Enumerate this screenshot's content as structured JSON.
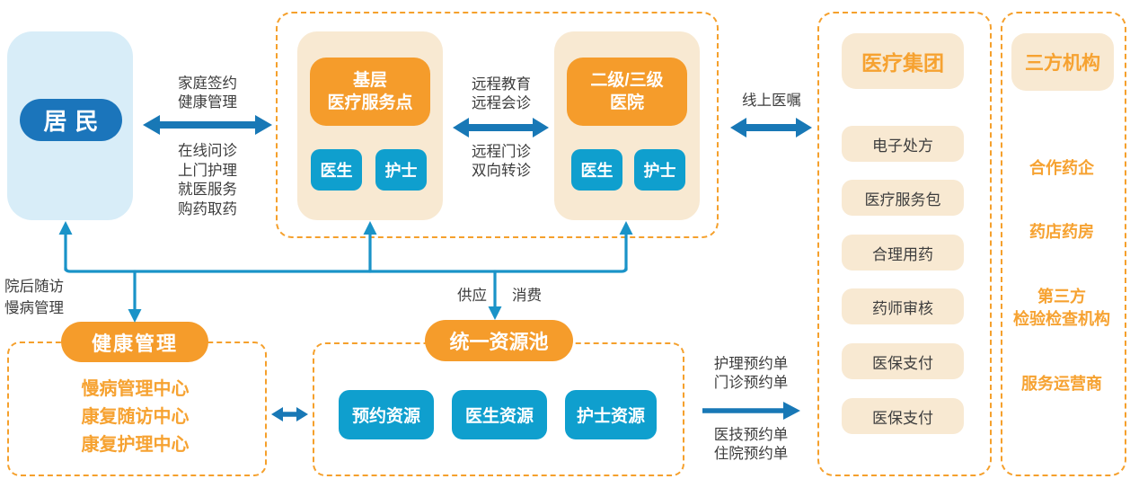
{
  "resident": {
    "label": "居民"
  },
  "primary_site": {
    "title": [
      "基层",
      "医疗服务点"
    ],
    "staff": [
      "医生",
      "护士"
    ]
  },
  "hospital": {
    "title": [
      "二级/三级",
      "医院"
    ],
    "staff": [
      "医生",
      "护士"
    ]
  },
  "med_group": {
    "title": "医疗集团",
    "items": [
      "电子处方",
      "医疗服务包",
      "合理用药",
      "药师审核",
      "医保支付",
      "医保支付"
    ]
  },
  "third_party": {
    "title": "三方机构",
    "items": [
      "合作药企",
      "药店药房",
      "第三方",
      "检验检查机构",
      "服务运营商"
    ]
  },
  "health_mgmt": {
    "title": "健康管理",
    "items": [
      "慢病管理中心",
      "康复随访中心",
      "康复护理中心"
    ]
  },
  "resource_pool": {
    "title": "统一资源池",
    "items": [
      "预约资源",
      "医生资源",
      "护士资源"
    ]
  },
  "edge_labels": {
    "resident_top": [
      "家庭签约",
      "健康管理"
    ],
    "resident_bottom": [
      "在线问诊",
      "上门护理",
      "就医服务",
      "购药取药"
    ],
    "remote_top": [
      "远程教育",
      "远程会诊"
    ],
    "remote_bottom": [
      "远程门诊",
      "双向转诊"
    ],
    "online_order": "线上医嘱",
    "followup": [
      "院后随访",
      "慢病管理"
    ],
    "supply": "供应",
    "consume": "消费",
    "booking_top": [
      "护理预约单",
      "门诊预约单"
    ],
    "booking_bottom": [
      "医技预约单",
      "住院预约单"
    ]
  },
  "colors": {
    "orange": "#F59C2B",
    "orange_text": "#F6A231",
    "cream": "#F8E9D2",
    "light_blue": "#D8EDF8",
    "dark_blue": "#1B75BB",
    "cyan": "#0F9FCE",
    "arrow_blue": "#1878B6",
    "line_blue": "#1A93C8",
    "text_dark": "#3D3D3D",
    "dashed": "#F5A02C"
  }
}
